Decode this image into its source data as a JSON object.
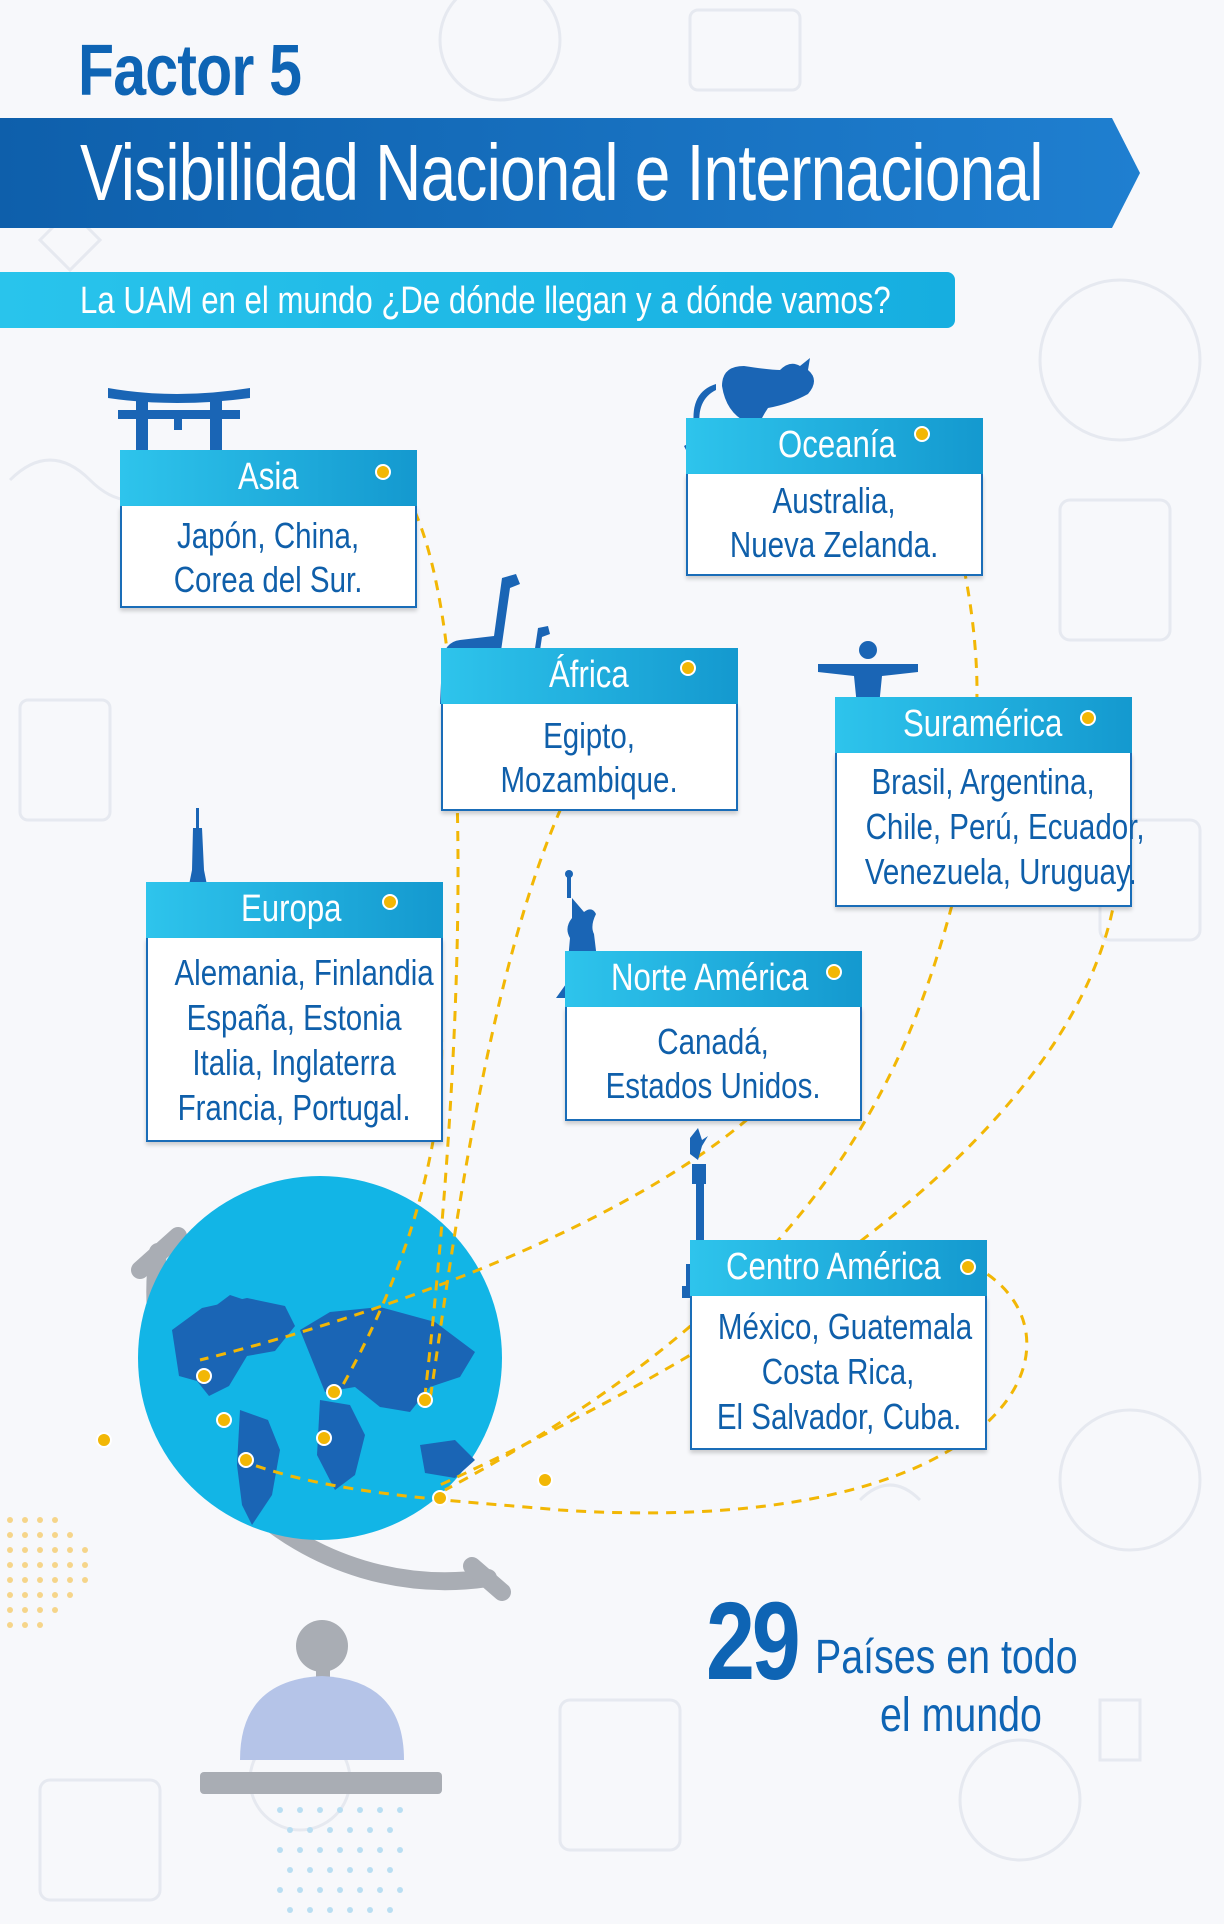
{
  "header": {
    "factor": "Factor 5",
    "title": "Visibilidad Nacional e Internacional",
    "subtitle": "La UAM en el mundo  ¿De dónde llegan y a dónde vamos?"
  },
  "regions": {
    "asia": {
      "name": "Asia",
      "icon": "torii-gate-icon",
      "lines": [
        "Japón, China,",
        "Corea del Sur."
      ]
    },
    "oceania": {
      "name": "Oceanía",
      "icon": "kangaroo-icon",
      "lines": [
        "Australia,",
        "Nueva Zelanda."
      ]
    },
    "africa": {
      "name": "África",
      "icon": "giraffes-icon",
      "lines": [
        "Egipto,",
        "Mozambique."
      ]
    },
    "suramerica": {
      "name": "Suramérica",
      "icon": "christ-redeemer-icon",
      "lines": [
        "Brasil, Argentina,",
        "Chile, Perú, Ecuador,",
        "Venezuela, Uruguay."
      ]
    },
    "europa": {
      "name": "Europa",
      "icon": "eiffel-tower-icon",
      "lines": [
        "Alemania, Finlandia",
        "España, Estonia",
        "Italia, Inglaterra",
        "Francia, Portugal."
      ]
    },
    "norteamerica": {
      "name": "Norte América",
      "icon": "statue-of-liberty-icon",
      "lines": [
        "Canadá,",
        "Estados Unidos."
      ]
    },
    "centroamerica": {
      "name": "Centro América",
      "icon": "angel-independence-icon",
      "lines": [
        "México, Guatemala",
        "Costa Rica,",
        "El Salvador, Cuba."
      ]
    }
  },
  "summary": {
    "count": "29",
    "label_line1": "Países en todo",
    "label_line2": "el mundo"
  },
  "colors": {
    "dark_blue": "#0e64b4",
    "light_blue": "#1fb8e8",
    "globe_blue": "#12b5e6",
    "route_yellow": "#f2b705",
    "stand_gray": "#a9adb4",
    "base_lilac": "#b5c4e8"
  },
  "icons": [
    "torii-gate-icon",
    "kangaroo-icon",
    "giraffes-icon",
    "christ-redeemer-icon",
    "eiffel-tower-icon",
    "statue-of-liberty-icon",
    "angel-independence-icon",
    "globe-icon"
  ]
}
